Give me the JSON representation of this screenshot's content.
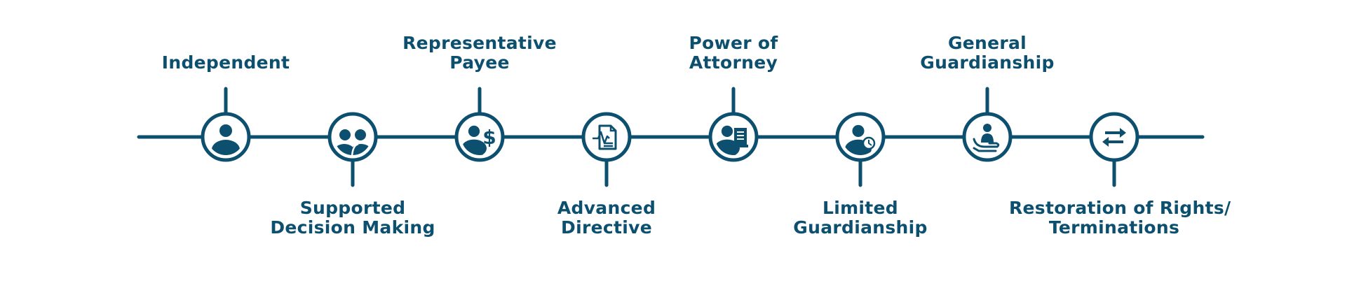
{
  "colors": {
    "primary": "#0d4f6e",
    "background": "#ffffff"
  },
  "timeline": {
    "stages": [
      {
        "icon": "person-icon",
        "label": [
          "Independent"
        ],
        "side": "top"
      },
      {
        "icon": "two-people-icon",
        "label": [
          "Supported",
          "Decision Making"
        ],
        "side": "bottom"
      },
      {
        "icon": "person-dollar-icon",
        "label": [
          "Representative",
          "Payee"
        ],
        "side": "top"
      },
      {
        "icon": "medical-document-icon",
        "label": [
          "Advanced",
          "Directive"
        ],
        "side": "bottom"
      },
      {
        "icon": "person-document-icon",
        "label": [
          "Power of",
          "Attorney"
        ],
        "side": "top"
      },
      {
        "icon": "person-clock-icon",
        "label": [
          "Limited",
          "Guardianship"
        ],
        "side": "bottom"
      },
      {
        "icon": "person-in-hand-icon",
        "label": [
          "General",
          "Guardianship"
        ],
        "side": "top"
      },
      {
        "icon": "swap-arrows-icon",
        "label": [
          "Restoration of Rights/",
          "Terminations"
        ],
        "side": "bottom"
      }
    ]
  }
}
